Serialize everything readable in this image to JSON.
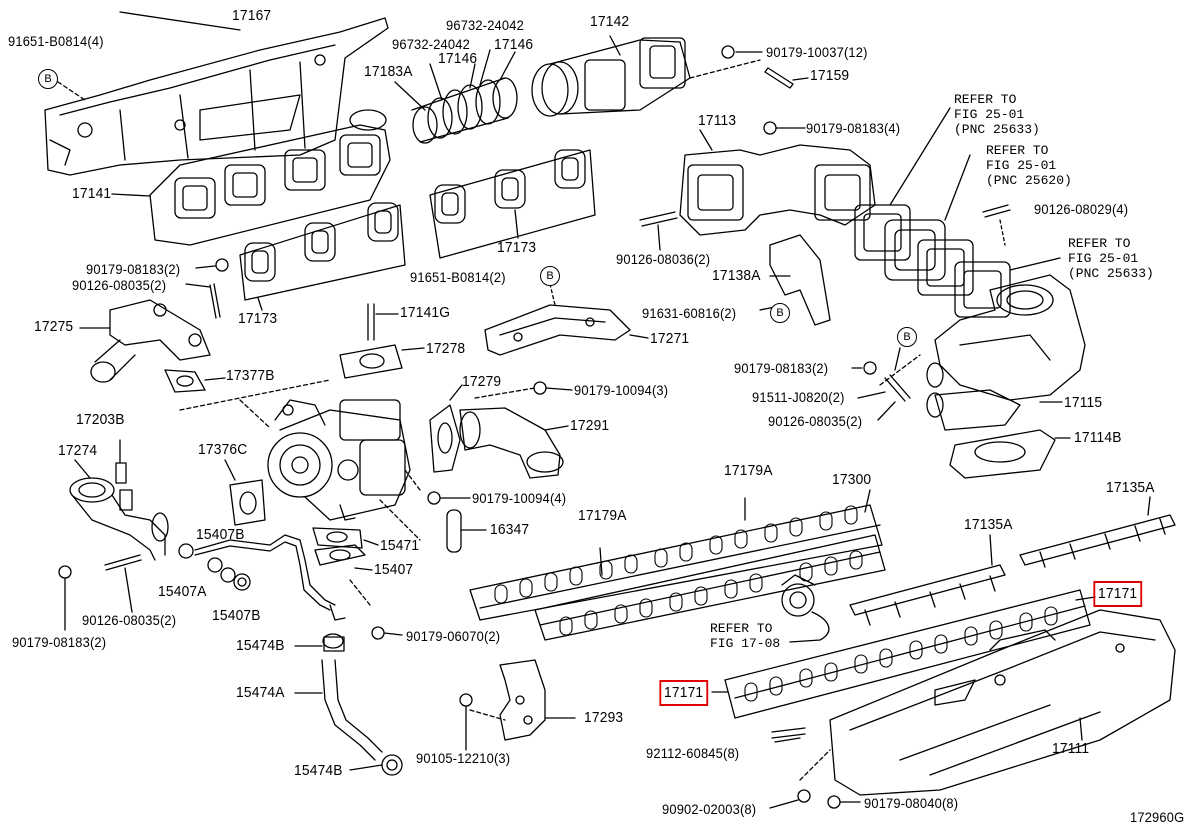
{
  "labels": {
    "p17167": "17167",
    "p91651a": "91651-B0814(4)",
    "p96732a": "96732-24042",
    "p96732b": "96732-24042",
    "p17142": "17142",
    "p17183A": "17183A",
    "p17146a": "17146",
    "p17146b": "17146",
    "p90179_10037": "90179-10037(12)",
    "p17159": "17159",
    "p17113": "17113",
    "p90179_08183_4": "90179-08183(4)",
    "p17141": "17141",
    "p17173a": "17173",
    "p17173b": "17173",
    "p90179_08183_2a": "90179-08183(2)",
    "p90126_08035_2a": "90126-08035(2)",
    "p90126_08036": "90126-08036(2)",
    "p90126_08029": "90126-08029(4)",
    "p17138A": "17138A",
    "p91651b": "91651-B0814(2)",
    "p91631": "91631-60816(2)",
    "p17275": "17275",
    "p17141G": "17141G",
    "p17278": "17278",
    "p17271": "17271",
    "p17377B": "17377B",
    "p90179_08183_2b": "90179-08183(2)",
    "p91511": "91511-J0820(2)",
    "p90126_08035_2b": "90126-08035(2)",
    "p17115": "17115",
    "p17114B": "17114B",
    "p17279": "17279",
    "p90179_10094_3": "90179-10094(3)",
    "p17291": "17291",
    "p17203B": "17203B",
    "p17274": "17274",
    "p17376C": "17376C",
    "p90179_10094_4": "90179-10094(4)",
    "p16347": "16347",
    "p17179Aa": "17179A",
    "p17179Ab": "17179A",
    "p17300": "17300",
    "p17135Aa": "17135A",
    "p17135Ab": "17135A",
    "p15407Ba": "15407B",
    "p15471": "15471",
    "p15407Aa": "15407A",
    "p15407": "15407",
    "p15407Bb": "15407B",
    "p90126_08035_2c": "90126-08035(2)",
    "p90179_08183_2c": "90179-08183(2)",
    "p90179_06070": "90179-06070(2)",
    "p15474B_top": "15474B",
    "p15474A": "15474A",
    "p15474B_bot": "15474B",
    "p17171a": "17171",
    "p17171b": "17171",
    "p17293": "17293",
    "p90105": "90105-12210(3)",
    "p92112": "92112-60845(8)",
    "p17111": "17111",
    "p90902": "90902-02003(8)",
    "p90179_08040": "90179-08040(8)",
    "p172960G": "172960G"
  },
  "refer": {
    "r1": "REFER TO\nFIG 25-01\n(PNC 25633)",
    "r2": "REFER TO\nFIG 25-01\n(PNC 25620)",
    "r3": "REFER TO\nFIG 25-01\n(PNC 25633)",
    "r4": "REFER TO\nFIG 17-08"
  },
  "markers": {
    "b": "B"
  },
  "highlight_color": "#e00000"
}
